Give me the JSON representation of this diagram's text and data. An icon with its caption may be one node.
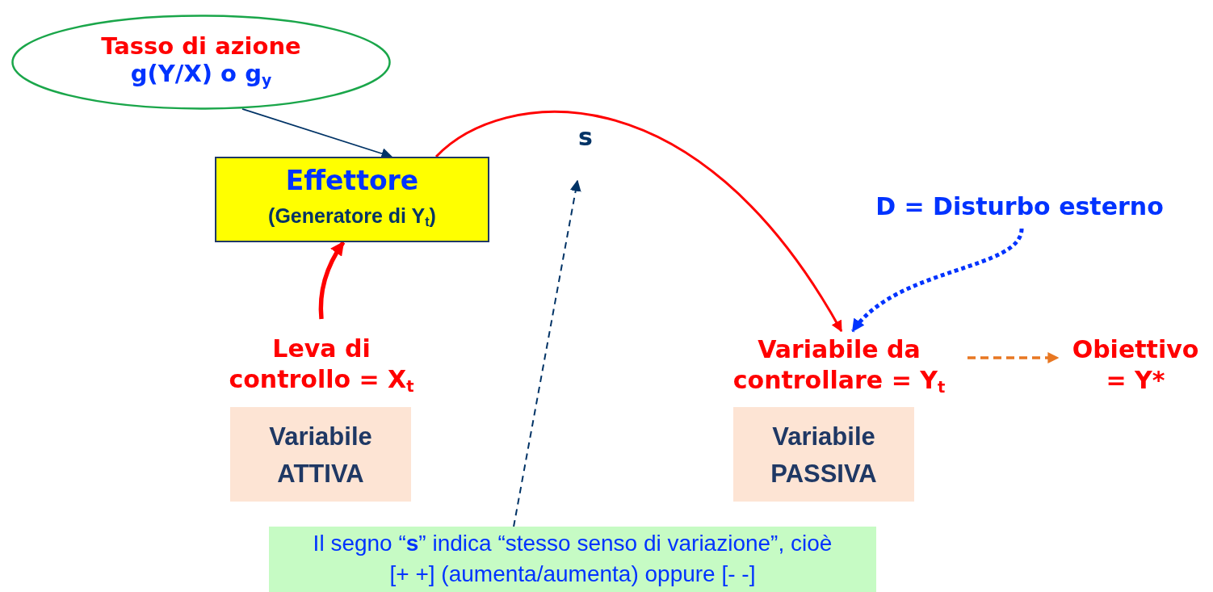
{
  "diagram": {
    "nodes": [
      {
        "text": [
          "Tasso di azione",
          "g(Y/X) o g$_{y}$"
        ]
      },
      {
        "text": [
          "Effettore",
          "(Generatore di Y$_{t}$)"
        ]
      },
      {
        "text": [
          "s"
        ]
      },
      {
        "text": [
          "Leva di controllo = X$_{t}$"
        ]
      },
      {
        "text": [
          "Variabile ATTIVA"
        ]
      },
      {
        "text": [
          "D = Disturbo esterno"
        ]
      },
      {
        "text": [
          "Variabile da controllare = Y$_{t}$"
        ]
      },
      {
        "text": [
          "Obiettivo = Y*"
        ]
      },
      {
        "text": [
          "Variabile PASSIVA"
        ]
      },
      {
        "text": [
          "Il segno “**s**” indica “stesso senso di variazione”, cioè [+ +] (aumenta/aumenta) oppure [- -]"
        ]
      }
    ],
    "edges": [
      {
        "from": 0,
        "to": 1,
        "arrow": "to",
        "color": "#003366"
      },
      {
        "from": 1,
        "to": 6,
        "arrow": "to",
        "color": "#ff0000"
      },
      {
        "from": 3,
        "to": 1,
        "arrow": "to",
        "style": "thick",
        "color": "#ff0000"
      },
      {
        "from": 9,
        "to": 2,
        "arrow": "to",
        "style": "dashed",
        "color": "#003366"
      },
      {
        "from": 5,
        "to": 6,
        "arrow": "to",
        "style": "dashed",
        "color": "#0033ff"
      },
      {
        "from": 6,
        "to": 7,
        "arrow": "to",
        "style": "dashed",
        "color": "#e87722"
      }
    ]
  }
}
